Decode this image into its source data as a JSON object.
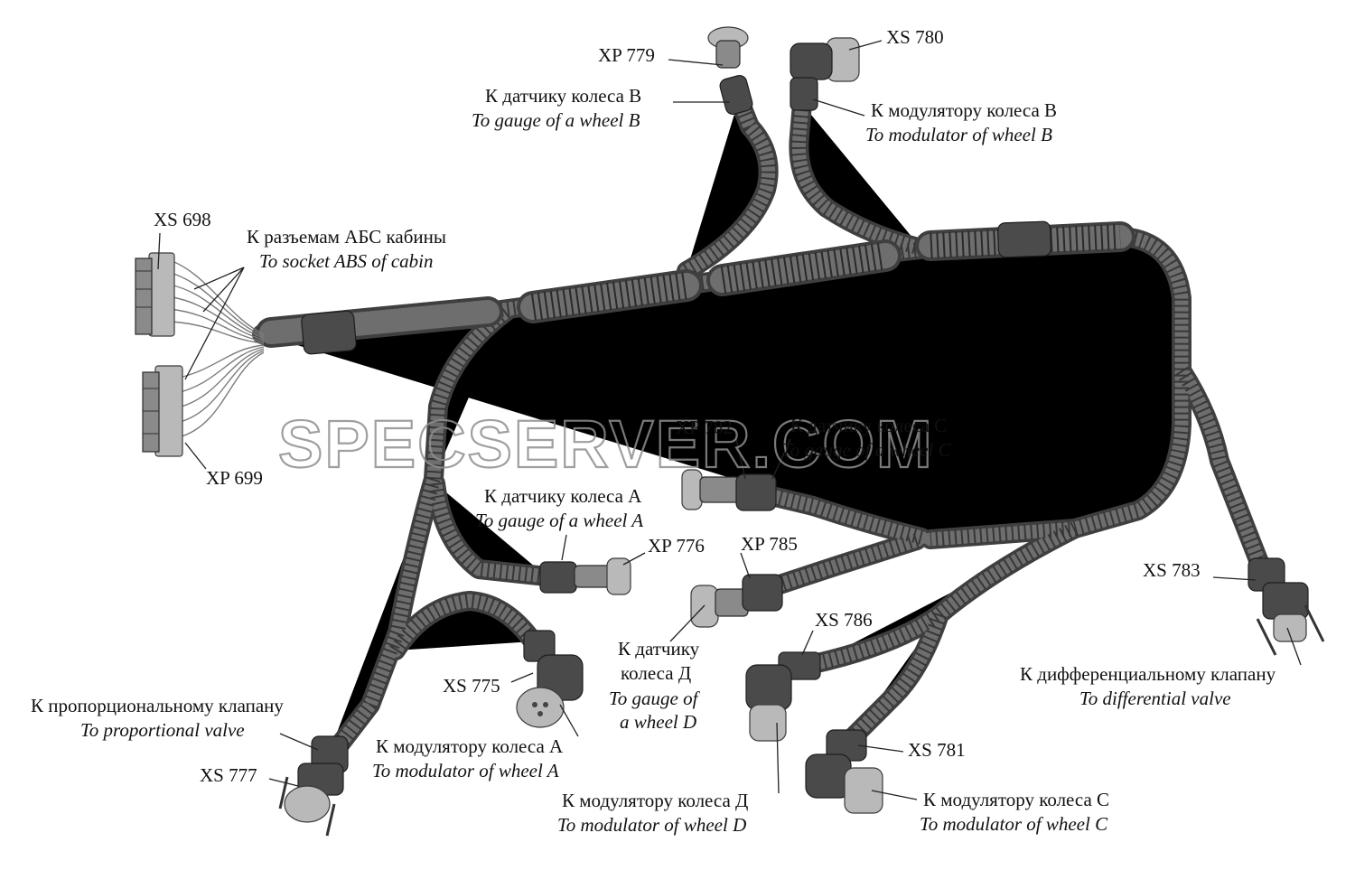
{
  "watermark": "SPECSERVER.COM",
  "labels": {
    "xp779": "XP 779",
    "xs780": "XS 780",
    "gauge_b_ru": "К датчику колеса В",
    "gauge_b_en": "To gauge of a wheel B",
    "mod_b_ru": "К модулятору колеса В",
    "mod_b_en": "To  modulator of wheel B",
    "xs698": "XS 698",
    "abs_ru": "К разъемам АБС кабины",
    "abs_en": "To socket ABS of  cabin",
    "xp699": "XP 699",
    "xp782": "XP 782",
    "gauge_c_ru": "К датчику колеса С",
    "gauge_c_en": "To gauge of a wheel C",
    "gauge_a_ru": "К датчику колеса А",
    "gauge_a_en": "To gauge of a wheel A",
    "xp776": "XP 776",
    "xp785": "XP 785",
    "xs783": "XS 783",
    "xs786": "XS 786",
    "gauge_d_ru1": "К датчику",
    "gauge_d_ru2": "колеса Д",
    "gauge_d_en1": "To  gauge of",
    "gauge_d_en2": "a wheel D",
    "diff_ru": "К дифференциальному клапану",
    "diff_en": "To  differential valve",
    "xs775": "XS 775",
    "prop_ru": "К пропорциональному клапану",
    "prop_en": "To  proportional valve",
    "mod_a_ru": "К модулятору колеса А",
    "mod_a_en": "To  modulator of wheel A",
    "xs777": "XS 777",
    "xs781": "XS 781",
    "mod_d_ru": "К модулятору колеса Д",
    "mod_d_en": "To  modulator of wheel D",
    "mod_c_ru": "К модулятору колеса С",
    "mod_c_en": "To  modulator of wheel C"
  }
}
